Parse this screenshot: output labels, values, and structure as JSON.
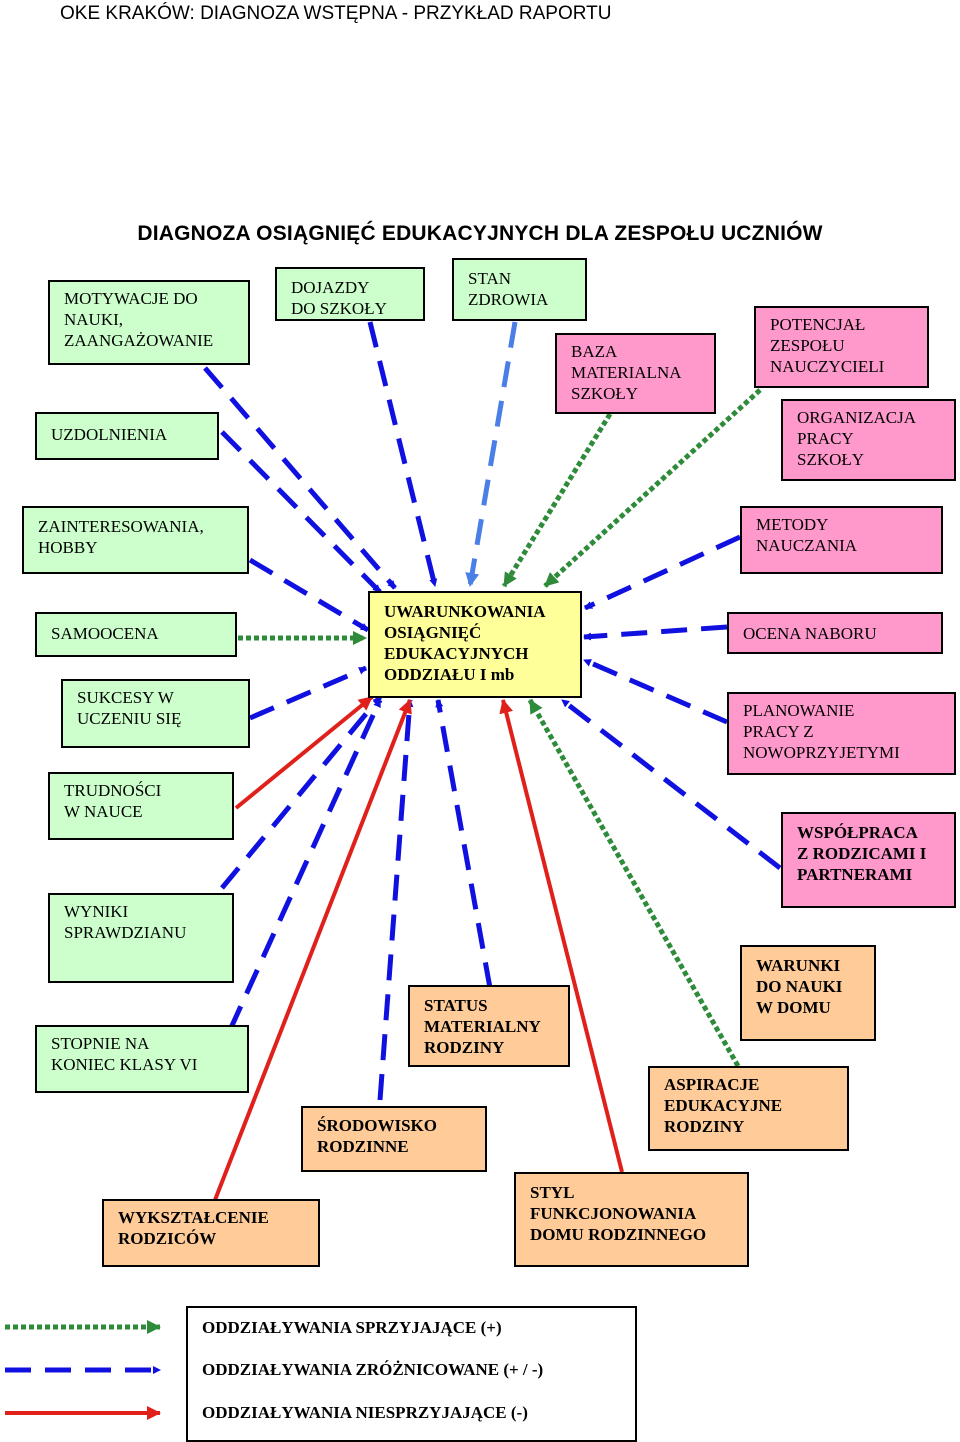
{
  "header": "OKE KRAKÓW: DIAGNOZA WSTĘPNA - PRZYKŁAD RAPORTU",
  "title": "DIAGNOZA   OSIĄGNIĘĆ   EDUKACYJNYCH   DLA  ZESPOŁU   UCZNIÓW",
  "center_box": "UWARUNKOWANIA\nOSIĄGNIĘĆ\nEDUKACYJNYCH\nODDZIAŁU   I mb",
  "boxes": {
    "motywacje": "MOTYWACJE DO\nNAUKI,\nZAANGAŻOWANIE",
    "dojazdy": "DOJAZDY\nDO SZKOŁY",
    "stan_zdrowia": "STAN\nZDROWIA",
    "baza": "BAZA\nMATERIALNA\nSZKOŁY",
    "potencjal": "POTENCJAŁ\nZESPOŁU\nNAUCZYCIELI",
    "uzdolnienia": "UZDOLNIENIA",
    "organizacja": "ORGANIZACJA\nPRACY\nSZKOŁY",
    "zainteresowania": "ZAINTERESOWANIA,\nHOBBY",
    "metody": "METODY\nNAUCZANIA",
    "samoocena": "SAMOOCENA",
    "ocena_naboru": "OCENA NABORU",
    "sukcesy": "SUKCESY W\nUCZENIU SIĘ",
    "planowanie": "PLANOWANIE\nPRACY  Z\nNOWOPRZYJETYMI",
    "trudnosci": "TRUDNOŚCI\nW NAUCE",
    "wspolpraca": "WSPÓŁPRACA\nZ RODZICAMI I\nPARTNERAMI",
    "wyniki": "WYNIKI\nSPRAWDZIANU",
    "warunki": "WARUNKI\nDO NAUKI\nW DOMU",
    "status": "STATUS\nMATERIALNY\nRODZINY",
    "stopnie": "STOPNIE NA\nKONIEC KLASY VI",
    "aspiracje": "ASPIRACJE\nEDUKACYJNE\nRODZINY",
    "srodowisko": "ŚRODOWISKO\nRODZINNE",
    "wyksztalcenie": "WYKSZTAŁCENIE\nRODZICÓW",
    "styl": "STYL\nFUNKCJONOWANIA\nDOMU RODZINNEGO"
  },
  "legend": {
    "favorable": "ODDZIAŁYWANIA SPRZYJAJĄCE (+)",
    "mixed": "ODDZIAŁYWANIA ZRÓŻNICOWANE (+ / -)",
    "unfavorable": "ODDZIAŁYWANIA NIESPRZYJAJĄCE (-)"
  },
  "colors": {
    "favorable": "#2e8b3a",
    "mixed": "#1010e0",
    "mixed_light": "#4a7fe8",
    "unfavorable": "#e0201a",
    "green_box": "#ccffcc",
    "pink_box": "#ff99cc",
    "orange_box": "#ffcc99",
    "center_box": "#ffff99"
  }
}
